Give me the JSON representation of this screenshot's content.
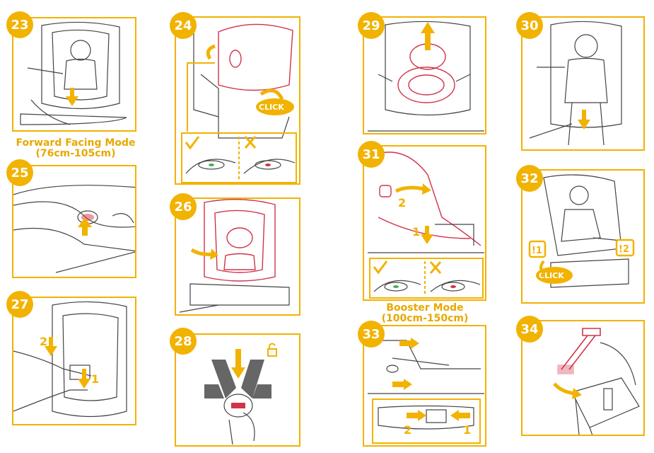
{
  "steps": {
    "s23": "23",
    "s24": "24",
    "s25": "25",
    "s26": "26",
    "s27": "27",
    "s28": "28",
    "s29": "29",
    "s30": "30",
    "s31": "31",
    "s32": "32",
    "s33": "33",
    "s34": "34"
  },
  "captions": {
    "forward_title": "Forward Facing Mode",
    "forward_range": "(76cm-105cm)",
    "booster_title": "Booster Mode",
    "booster_range": "(100cm-150cm)"
  },
  "labels": {
    "click": "CLICK",
    "one": "1",
    "two": "2",
    "warn1": "!1",
    "warn2": "!2"
  },
  "colors": {
    "accent": "#f2b200",
    "highlight": "#d2334a",
    "ok": "#4caf50"
  }
}
